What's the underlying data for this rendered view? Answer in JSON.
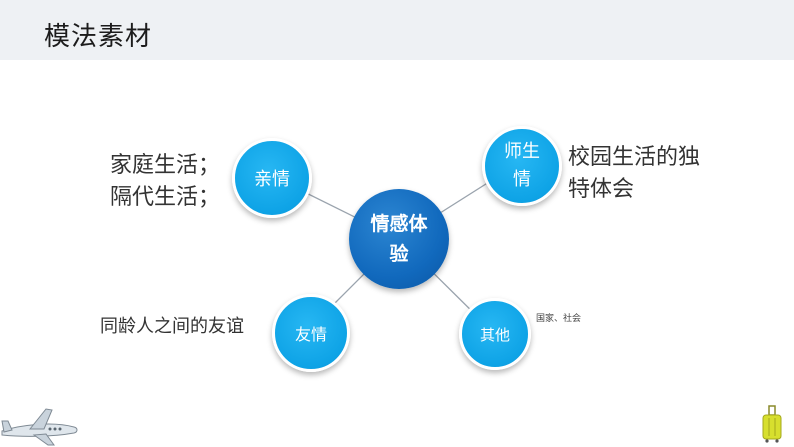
{
  "header": {
    "title": "模法素材"
  },
  "diagram": {
    "center": {
      "line1": "情感体",
      "line2": "验"
    },
    "nodes": {
      "qinqing": "亲情",
      "shisheng": {
        "line1": "师生",
        "line2": "情"
      },
      "youqing": "友情",
      "qita": "其他"
    },
    "annotations": {
      "family": {
        "line1": "家庭生活；",
        "line2": "隔代生活；"
      },
      "school": {
        "line1": "校园生活的独",
        "line2": "特体会"
      },
      "peers": "同龄人之间的友谊",
      "other": "国家、社会"
    }
  },
  "colors": {
    "center_node": "#1169bd",
    "outer_node": "#0ea3e6",
    "connector": "#9aa3ad",
    "header_bg": "#eef1f4"
  },
  "icons": [
    "airplane-icon",
    "luggage-icon"
  ]
}
